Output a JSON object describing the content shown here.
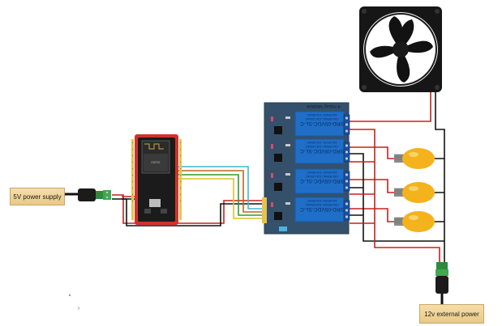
{
  "labels": {
    "power_5v": "5V power supply",
    "power_external": "12v external power"
  },
  "relay_module": {
    "title": "4 Relay Module",
    "relays": [
      {
        "model": "SRD-05VDC-SL-C",
        "spec1": "10A 250VAC  10A 125VAC",
        "spec2": "10A 30VDC   10A 28VDC"
      },
      {
        "model": "SRD-05VDC-SL-C",
        "spec1": "10A 250VAC  10A 125VAC",
        "spec2": "10A 30VDC   10A 28VDC"
      },
      {
        "model": "SRD-05VDC-SL-C",
        "spec1": "10A 250VAC  10A 125VAC",
        "spec2": "10A 30VDC   10A 28VDC"
      },
      {
        "model": "SRD-05VDC-SL-C",
        "spec1": "10A 250VAC  10A 125VAC",
        "spec2": "10A 30VDC   10A 28VDC"
      }
    ]
  },
  "colors": {
    "wire_red": "#c8201b",
    "wire_black": "#111111",
    "wire_yellow": "#d8c22a",
    "wire_green": "#2f9a2f",
    "wire_orange": "#c0661c",
    "wire_cyan": "#3fb7d8",
    "board_red": "#d0322a",
    "relay_board": "#35506b",
    "relay_block": "#1f6fc9",
    "bulb": "#f4b21d"
  },
  "icons": [
    "fan-icon",
    "bulb-icon",
    "esp32-board",
    "relay-module",
    "dc-barrel-jack"
  ]
}
